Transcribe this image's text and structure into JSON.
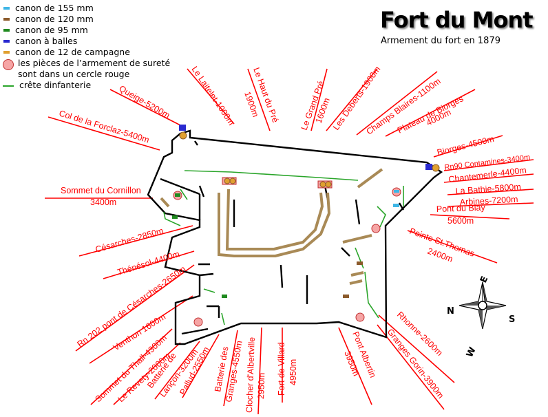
{
  "header": {
    "title": "Fort du Mont",
    "subtitle": "Armement du fort en 1879"
  },
  "legend": [
    {
      "label": "canon de 155 mm",
      "color": "#3fb6e6",
      "kind": "gun"
    },
    {
      "label": "canon de 120 mm",
      "color": "#8b5a2b",
      "kind": "gun"
    },
    {
      "label": "canon de 95 mm",
      "color": "#1f8a1f",
      "kind": "gun"
    },
    {
      "label": "canon à balles",
      "color": "#2a2ad0",
      "kind": "gun"
    },
    {
      "label": "canon de 12 de campagne",
      "color": "#e0a030",
      "kind": "gun"
    },
    {
      "label": "les pièces de l’armement de sureté sont dans un cercle rouge",
      "color": "#f6a5a5",
      "kind": "circle"
    },
    {
      "label": "crête dinfanterie",
      "color": "#2aa52a",
      "kind": "line"
    }
  ],
  "directions": [
    {
      "label": "Queige-5200m"
    },
    {
      "label": "Le Laitelet-1000m"
    },
    {
      "label": "Le Haut du Pré",
      "label2": "1900m"
    },
    {
      "label": "Le Grand Pré",
      "label2": "1600m"
    },
    {
      "label": "Les Deberts-1900m"
    },
    {
      "label": "Champs Blaires-1100m"
    },
    {
      "label": "Plateau de Biorges",
      "label2": "4000m"
    },
    {
      "label": "Col de la Forclaz-5400m"
    },
    {
      "label": "Biorges-4500m"
    },
    {
      "label": "Rn90 Contamines-3400m"
    },
    {
      "label": "Chantemerle-4400m"
    },
    {
      "label": "La Bathie-5800m"
    },
    {
      "label": "Arbines-7200m"
    },
    {
      "label": "Pont du Blay",
      "label2": "5600m"
    },
    {
      "label": "Sommet du Cornillon",
      "label2": "3400m"
    },
    {
      "label": "Pointe St.Thomas",
      "label2": "2400m"
    },
    {
      "label": "Césarches-2850m"
    },
    {
      "label": "Thénésol-4400m"
    },
    {
      "label": "Rn 202 pont de Césarches-2650m"
    },
    {
      "label": "Venthon 1600m"
    },
    {
      "label": "Sommet du Thall-4300m"
    },
    {
      "label": "Le Revety-2000m"
    },
    {
      "label": "Batterie de",
      "label2": "Lançon-3200m"
    },
    {
      "label": "Pallud-2550m"
    },
    {
      "label": "Batterie des",
      "label2": "Granges-4550m"
    },
    {
      "label": "Clocher d'Albertville",
      "label2": "2950m"
    },
    {
      "label": "Fort de Villard",
      "label2": "4950m"
    },
    {
      "label": "Pont Albertin",
      "label2": "3950m"
    },
    {
      "label": "Rhonne-2600m"
    },
    {
      "label": "Granges Gorin-3900m"
    }
  ],
  "compass": {
    "n": "N",
    "e": "E",
    "s": "S",
    "w": "W"
  }
}
